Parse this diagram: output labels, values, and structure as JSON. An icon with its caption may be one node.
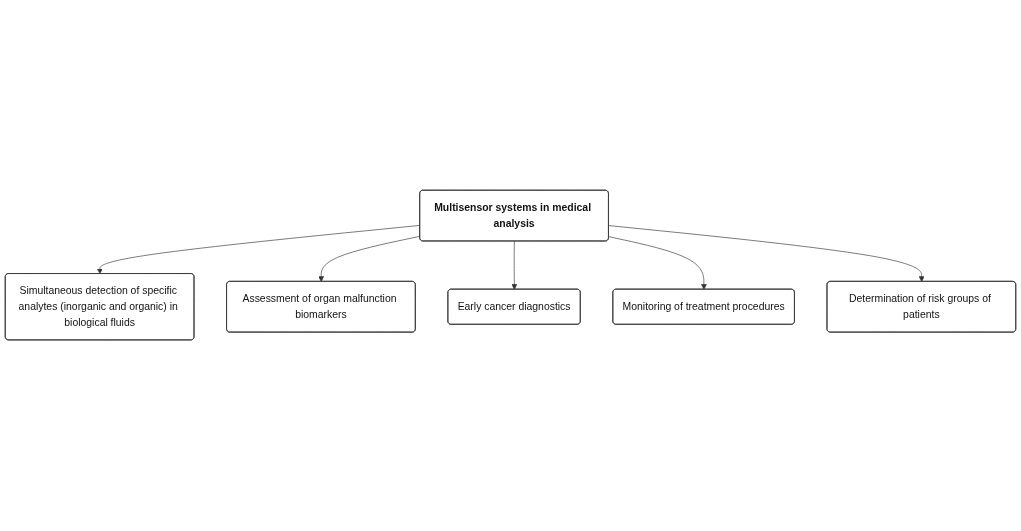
{
  "diagram": {
    "nodes": [
      {
        "text": [
          "Simultaneous detection of specific analytes (inorganic and organic) in biological fluids"
        ]
      },
      {
        "text": [
          "Assessment of organ malfunction biomarkers"
        ]
      },
      {
        "text": [
          "Multisensor systems in medical analysis"
        ]
      },
      {
        "text": [
          "Early cancer diagnostics"
        ]
      },
      {
        "text": [
          "Monitoring of treatment procedures"
        ]
      },
      {
        "text": [
          "Determination of risk groups of patients"
        ]
      }
    ],
    "edges": [
      {
        "from": 2,
        "to": 0,
        "arrow": "to"
      },
      {
        "from": 2,
        "to": 1,
        "arrow": "to"
      },
      {
        "from": 2,
        "to": 3,
        "arrow": "to"
      },
      {
        "from": 2,
        "to": 4,
        "arrow": "to"
      },
      {
        "from": 2,
        "to": 5,
        "arrow": "to"
      }
    ]
  }
}
